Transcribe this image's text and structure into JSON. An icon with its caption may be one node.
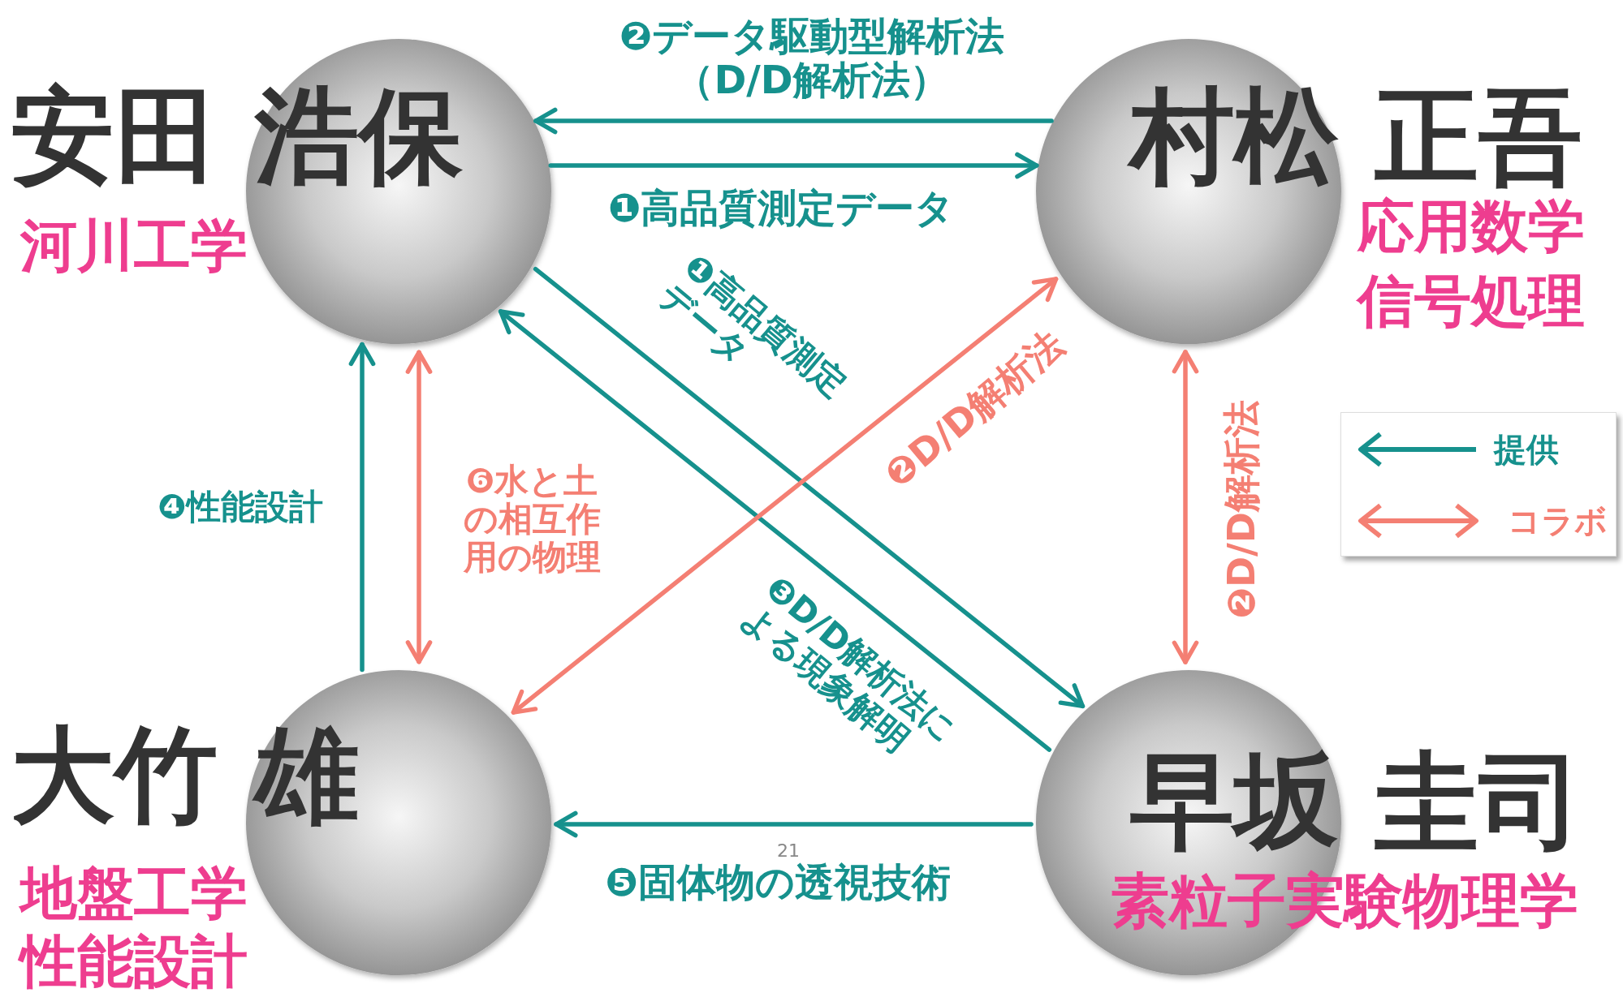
{
  "diagram": {
    "nodes": [
      {
        "text": [
          "安田 浩保"
        ],
        "beside": [
          "河川工学"
        ]
      },
      {
        "text": [
          "村松 正吾"
        ],
        "beside": [
          "応用数学",
          "信号処理"
        ]
      },
      {
        "text": [
          "大竹 雄"
        ],
        "beside": [
          "地盤工学",
          "性能設計"
        ]
      },
      {
        "text": [
          "早坂 圭司"
        ],
        "beside": [
          "素粒子実験物理学"
        ]
      }
    ],
    "edges": [
      {
        "from": 1,
        "to": 0,
        "arrow": "to",
        "label": "❷データ駆動型解析法（D/D解析法）"
      },
      {
        "from": 0,
        "to": 1,
        "arrow": "to",
        "label": "❶高品質測定データ"
      },
      {
        "from": 0,
        "to": 3,
        "arrow": "to",
        "label": "❶高品質測定データ"
      },
      {
        "from": 3,
        "to": 0,
        "arrow": "to",
        "label": "❸D/D解析法による現象解明"
      },
      {
        "from": 1,
        "to": 2,
        "arrow": "both",
        "label": "❷D/D解析法",
        "color": "#f47f73"
      },
      {
        "from": 1,
        "to": 3,
        "arrow": "both",
        "label": "❷D/D解析法",
        "color": "#f47f73"
      },
      {
        "from": 2,
        "to": 0,
        "arrow": "to",
        "label": "❹性能設計"
      },
      {
        "from": 0,
        "to": 2,
        "arrow": "both",
        "label": "❻水と土の相互作用の物理",
        "color": "#f47f73"
      },
      {
        "from": 3,
        "to": 2,
        "arrow": "to",
        "label": "❺固体物の透視技術"
      }
    ],
    "labels": [
      "21"
    ],
    "legend": [
      {
        "text": "提供"
      },
      {
        "text": "コラボ"
      }
    ]
  }
}
